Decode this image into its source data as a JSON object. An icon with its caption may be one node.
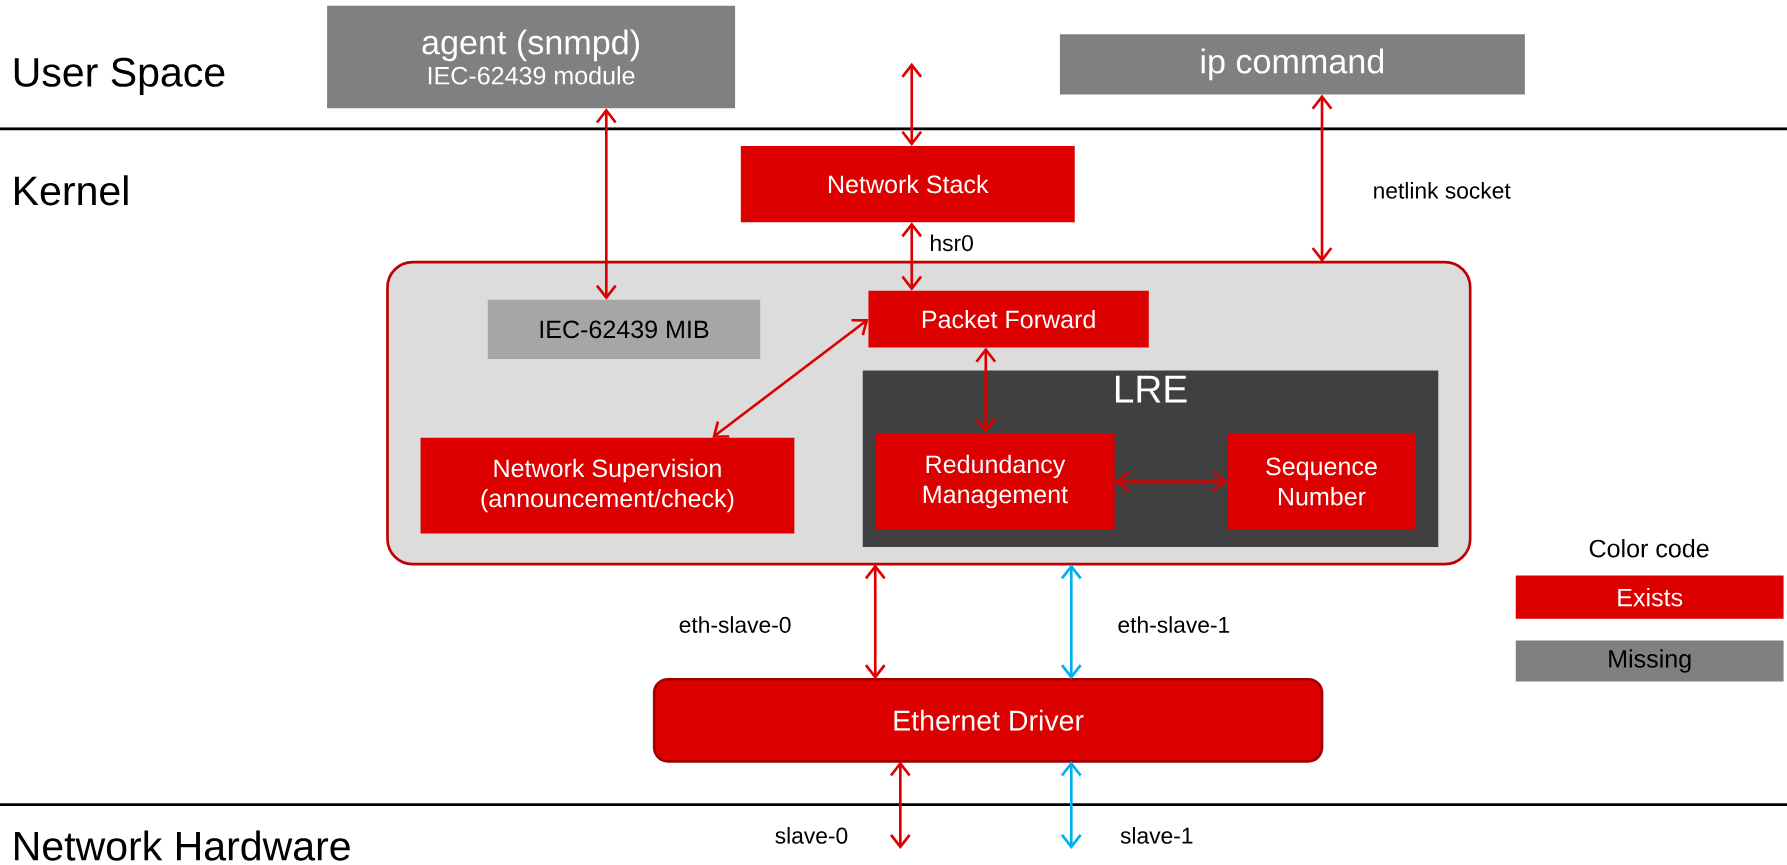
{
  "diagram": {
    "nodes": [
      {
        "text": [
          "agent (snmpd)",
          "IEC-62439 module"
        ]
      },
      {
        "text": [
          "ip command"
        ]
      },
      {
        "text": [
          "Network Stack"
        ]
      },
      {
        "text": [],
        "shape": "box"
      },
      {
        "text": [
          "IEC-62439 MIB"
        ],
        "in": 3
      },
      {
        "text": [
          "Packet Forward"
        ],
        "in": 3
      },
      {
        "text": [
          "LRE"
        ],
        "in": 3
      },
      {
        "text": [
          "Network Supervision (announcement/check)"
        ],
        "in": 3
      },
      {
        "text": [
          "Redundancy Management"
        ],
        "in": 6
      },
      {
        "text": [
          "Sequence Number"
        ],
        "in": 6
      },
      {
        "text": [
          "Ethernet Driver"
        ]
      }
    ],
    "edges": [
      {
        "from": 0,
        "to": 4,
        "arrow": "both"
      },
      {
        "from": 2,
        "to": null,
        "arrow": "both"
      },
      {
        "from": 1,
        "to": 3,
        "arrow": "both",
        "label": "netlink socket"
      },
      {
        "from": 2,
        "to": 5,
        "arrow": "both",
        "label": "hsr0"
      },
      {
        "from": 5,
        "to": 7,
        "arrow": "both"
      },
      {
        "from": 5,
        "to": 8,
        "arrow": "both"
      },
      {
        "from": 8,
        "to": 9,
        "arrow": "both"
      },
      {
        "from": 3,
        "to": 10,
        "arrow": "both",
        "label": "eth-slave-0"
      },
      {
        "from": 3,
        "to": 10,
        "arrow": "both",
        "label": "eth-slave-1",
        "color": "#00b0f0"
      },
      {
        "from": 10,
        "to": null,
        "arrow": "both",
        "label": "slave-0"
      },
      {
        "from": 10,
        "to": null,
        "arrow": "both",
        "label": "slave-1",
        "color": "#00b0f0"
      }
    ],
    "labels": [
      "User Space",
      "Kernel",
      "Network Hardware",
      "Color code"
    ],
    "legend": [
      {
        "text": "Exists",
        "color": "#dd0000"
      },
      {
        "text": "Missing",
        "color": "#808080"
      }
    ]
  }
}
